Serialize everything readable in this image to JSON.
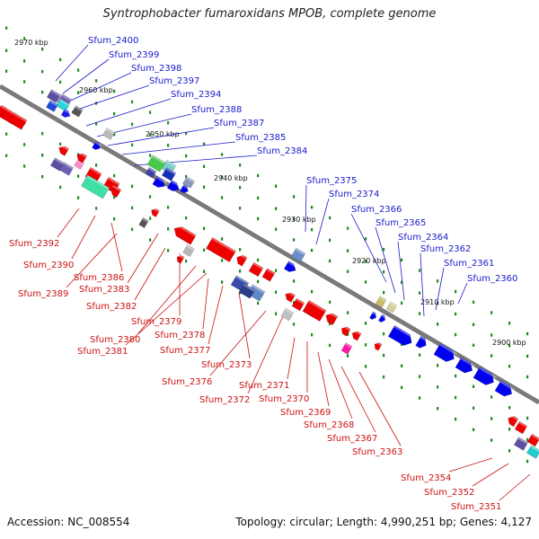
{
  "title": "Syntrophobacter fumaroxidans MPOB, complete genome",
  "accession_text": "Accession: NC_008554",
  "topology_text": "Topology: circular; Length: 4,990,251 bp; Genes: 4,127",
  "scale_labels": [
    "2970 kbp",
    "2960 kbp",
    "2950 kbp",
    "2940 kbp",
    "2930 kbp",
    "2920 kbp",
    "2910 kbp",
    "2900 kbp"
  ],
  "forward_genes": [
    "Sfum_2400",
    "Sfum_2399",
    "Sfum_2398",
    "Sfum_2397",
    "Sfum_2394",
    "Sfum_2388",
    "Sfum_2387",
    "Sfum_2385",
    "Sfum_2384",
    "Sfum_2375",
    "Sfum_2374",
    "Sfum_2366",
    "Sfum_2365",
    "Sfum_2364",
    "Sfum_2362",
    "Sfum_2361",
    "Sfum_2360"
  ],
  "reverse_genes": [
    "Sfum_2392",
    "Sfum_2390",
    "Sfum_2386",
    "Sfum_2389",
    "Sfum_2383",
    "Sfum_2382",
    "Sfum_2379",
    "Sfum_2380",
    "Sfum_2381",
    "Sfum_2378",
    "Sfum_2377",
    "Sfum_2373",
    "Sfum_2376",
    "Sfum_2372",
    "Sfum_2371",
    "Sfum_2370",
    "Sfum_2369",
    "Sfum_2368",
    "Sfum_2367",
    "Sfum_2363",
    "Sfum_2354",
    "Sfum_2352",
    "Sfum_2351"
  ],
  "colors": {
    "forward_label": "#1a1acc",
    "reverse_label": "#cc1111",
    "forward_gene": "#0000ee",
    "reverse_gene": "#ee0000",
    "backbone": "#7a7a7a",
    "tick": "#1e8a1e"
  }
}
